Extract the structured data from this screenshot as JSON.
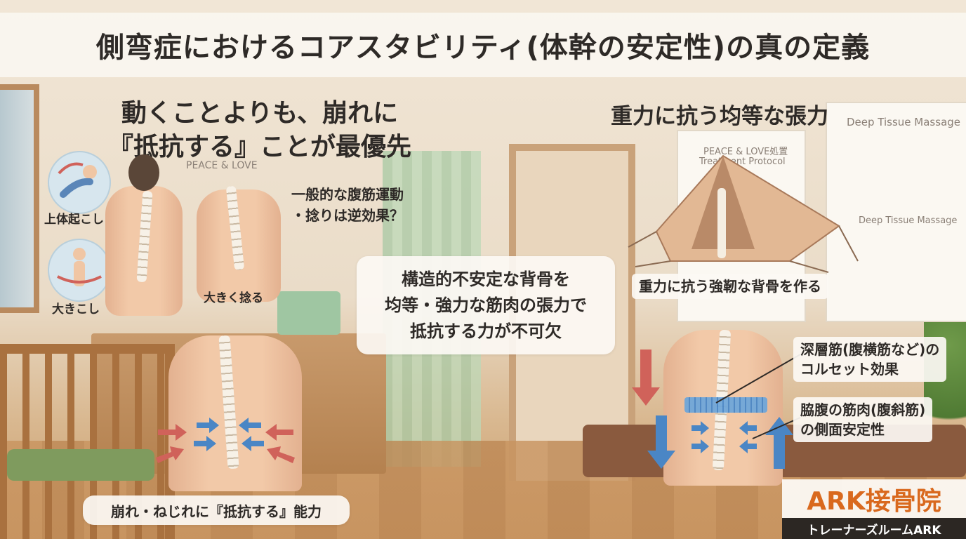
{
  "title": "側弯症におけるコアスタビリティ(体幹の安定性)の真の定義",
  "left": {
    "heading_line1": "動くことよりも、崩れに",
    "heading_line2": "『抵抗する』ことが最優先",
    "icon1_label": "上体起こし",
    "icon2_label": "大きこし",
    "twist_label": "大きく捻る",
    "note_line1": "一般的な腹筋運動",
    "note_line2": "・捻りは逆効果？",
    "bottom_caption": "崩れ・ねじれに『抵抗する』能力"
  },
  "center": {
    "line1": "構造的不安定な背骨を",
    "line2": "均等・強力な筋肉の張力で",
    "line3": "抵抗する力が不可欠"
  },
  "right": {
    "heading": "重力に抗う均等な張力",
    "tent_caption": "重力に抗う強靭な背骨を作る",
    "deep_line1": "深層筋(腹横筋など)の",
    "deep_line2": "コルセット効果",
    "side_line1": "脇腹の筋肉(腹斜筋)",
    "side_line2": "の側面安定性"
  },
  "posters": {
    "p1_line1": "PEACE & LOVE処置",
    "p1_line2": "Treatment Protocol",
    "p2_title": "Deep Tissue Massage",
    "p2_subtitle": "Deep Tissue Massage",
    "small_poster": "PEACE & LOVE"
  },
  "logo": {
    "name": "ARK接骨院",
    "sub": "トレーナーズルームARK"
  },
  "colors": {
    "accent_orange": "#d9691e",
    "arrow_blue": "#4a86c5",
    "arrow_red": "#d0625a",
    "text_dark": "#2e2a27"
  }
}
